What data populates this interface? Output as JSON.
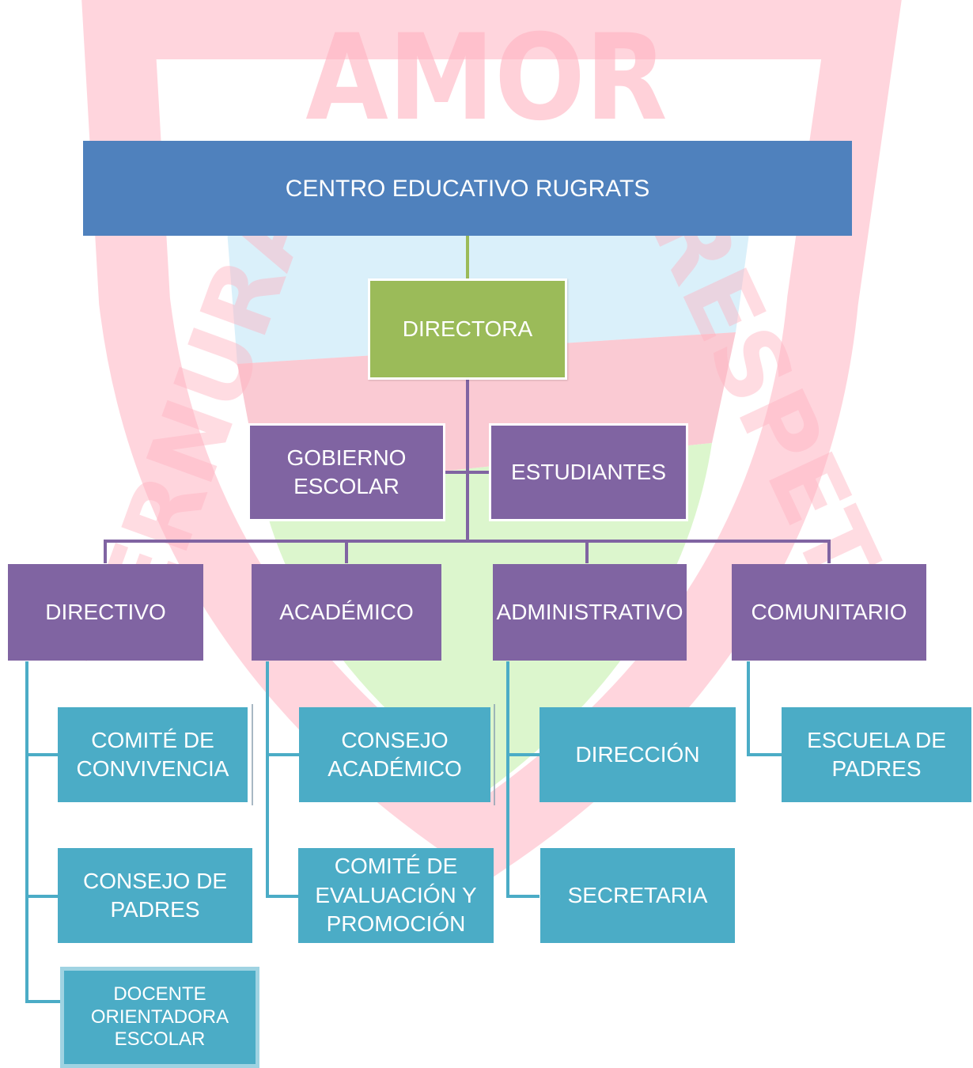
{
  "watermark": {
    "motto_top": "AMOR",
    "motto_left": "TERNURA",
    "motto_right": "RESPETO",
    "colors": {
      "shield_stroke": "#ff7f95",
      "sky": "#d6eefa",
      "grass": "#d8f5c8",
      "crest_fill": "#f6a6b6"
    }
  },
  "org": {
    "root": "CENTRO EDUCATIVO RUGRATS",
    "director": "DIRECTORA",
    "governance": [
      "GOBIERNO ESCOLAR",
      "ESTUDIANTES"
    ],
    "areas": [
      {
        "label": "DIRECTIVO",
        "children": [
          "COMITÉ DE CONVIVENCIA",
          "CONSEJO DE PADRES",
          "DOCENTE ORIENTADORA ESCOLAR"
        ]
      },
      {
        "label": "ACADÉMICO",
        "children": [
          "CONSEJO ACADÉMICO",
          "COMITÉ DE EVALUACIÓN Y PROMOCIÓN"
        ]
      },
      {
        "label": "ADMINISTRATIVO",
        "children": [
          "DIRECCIÓN",
          "SECRETARIA"
        ]
      },
      {
        "label": "COMUNITARIO",
        "children": [
          "ESCUELA DE PADRES"
        ]
      }
    ]
  },
  "colors": {
    "title": "#4f81bd",
    "director": "#9bbb59",
    "purple": "#8064a2",
    "teal": "#4bacc6",
    "purple_line": "#8064a2",
    "teal_line": "#4bacc6",
    "green_line": "#9bbb59"
  }
}
